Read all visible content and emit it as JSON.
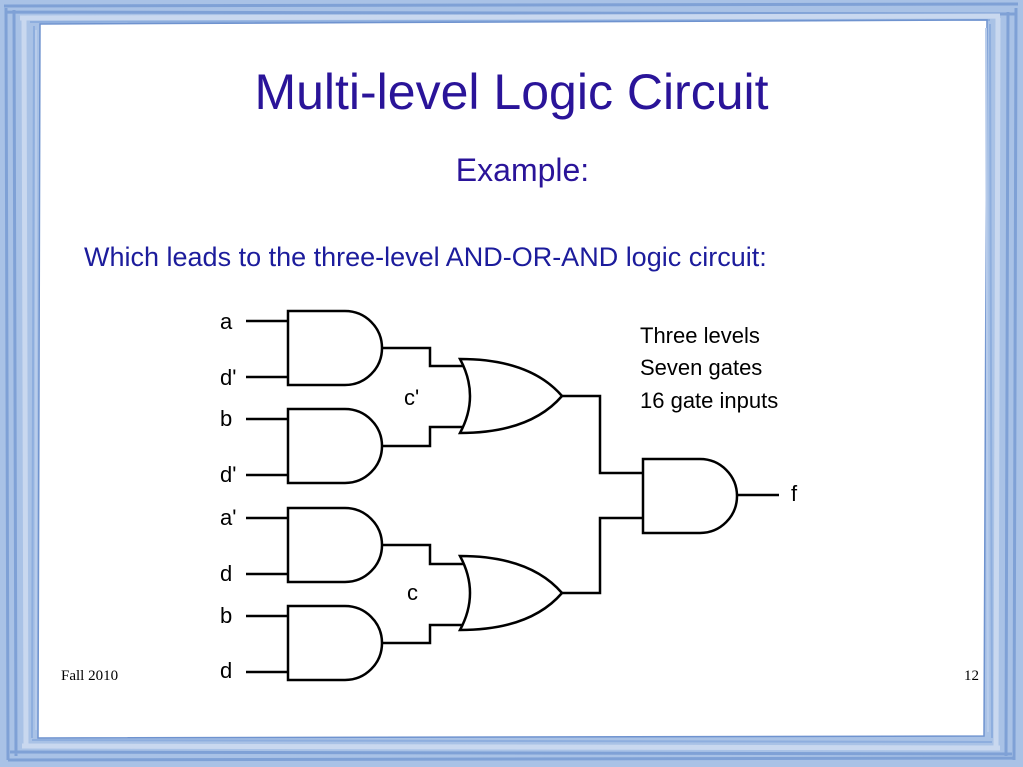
{
  "slide": {
    "title": "Multi-level Logic Circuit",
    "subtitle": "Example:",
    "lead_text": "Which leads to the three-level AND-OR-AND logic circuit:",
    "footer_left": "Fall 2010",
    "page_number": "12"
  },
  "circuit": {
    "inputs": [
      "a",
      "d'",
      "b",
      "d'",
      "a'",
      "d",
      "b",
      "d"
    ],
    "intermediate_labels": [
      "c'",
      "c"
    ],
    "output": "f",
    "notes": [
      "Three levels",
      "Seven gates",
      "16 gate inputs"
    ]
  },
  "colors": {
    "title": "#2a1499",
    "body_text": "#1c1c9c",
    "border_blue": "#9fb8e0",
    "border_blue_dark": "#7d9fd6"
  }
}
